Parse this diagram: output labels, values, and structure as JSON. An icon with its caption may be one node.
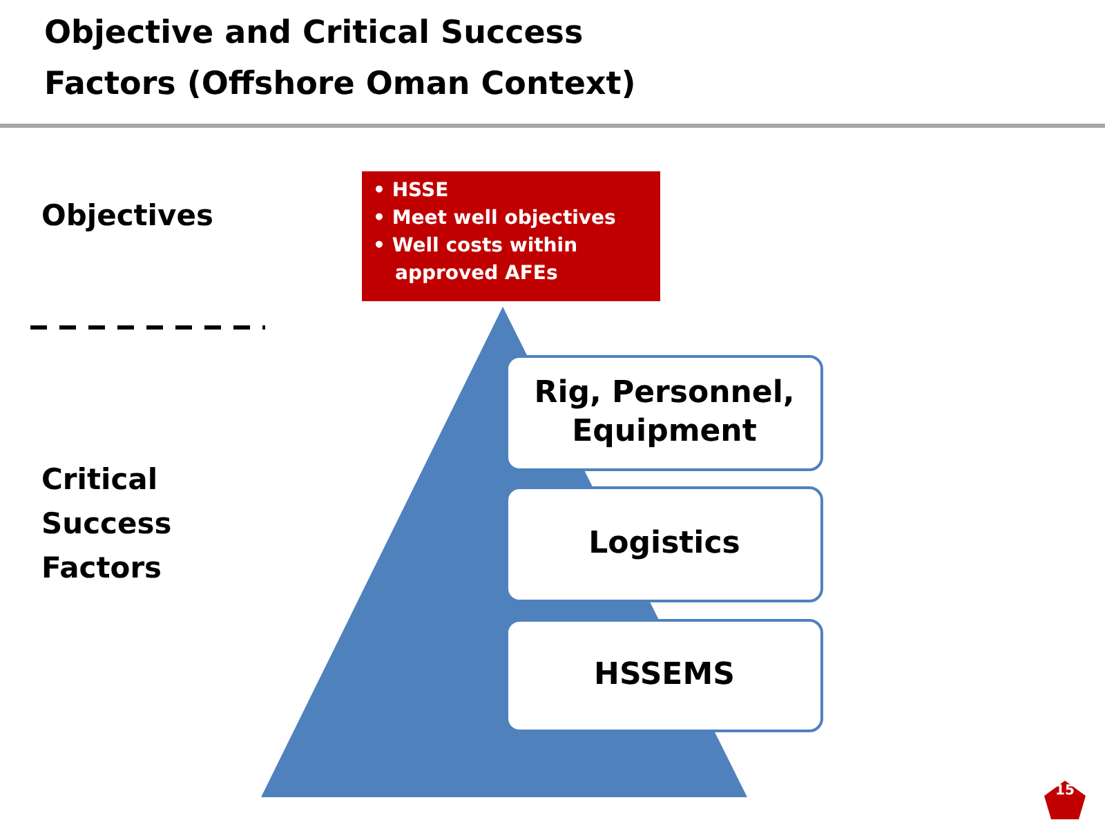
{
  "diagram": {
    "title": "Objective and Critical Success Factors (Offshore Oman Context)",
    "nodes": [
      {
        "text": [],
        "shape": "triangle"
      },
      {
        "text": [
          "• HSSE",
          "• Meet well objectives",
          "• Well costs within approved AFEs"
        ]
      },
      {
        "text": [
          "Rig, Personnel, Equipment"
        ]
      },
      {
        "text": [
          "Logistics"
        ]
      },
      {
        "text": [
          "HSSEMS"
        ]
      }
    ],
    "edges": [],
    "labels": [
      "Objectives",
      "Critical Success Factors",
      "15"
    ]
  }
}
